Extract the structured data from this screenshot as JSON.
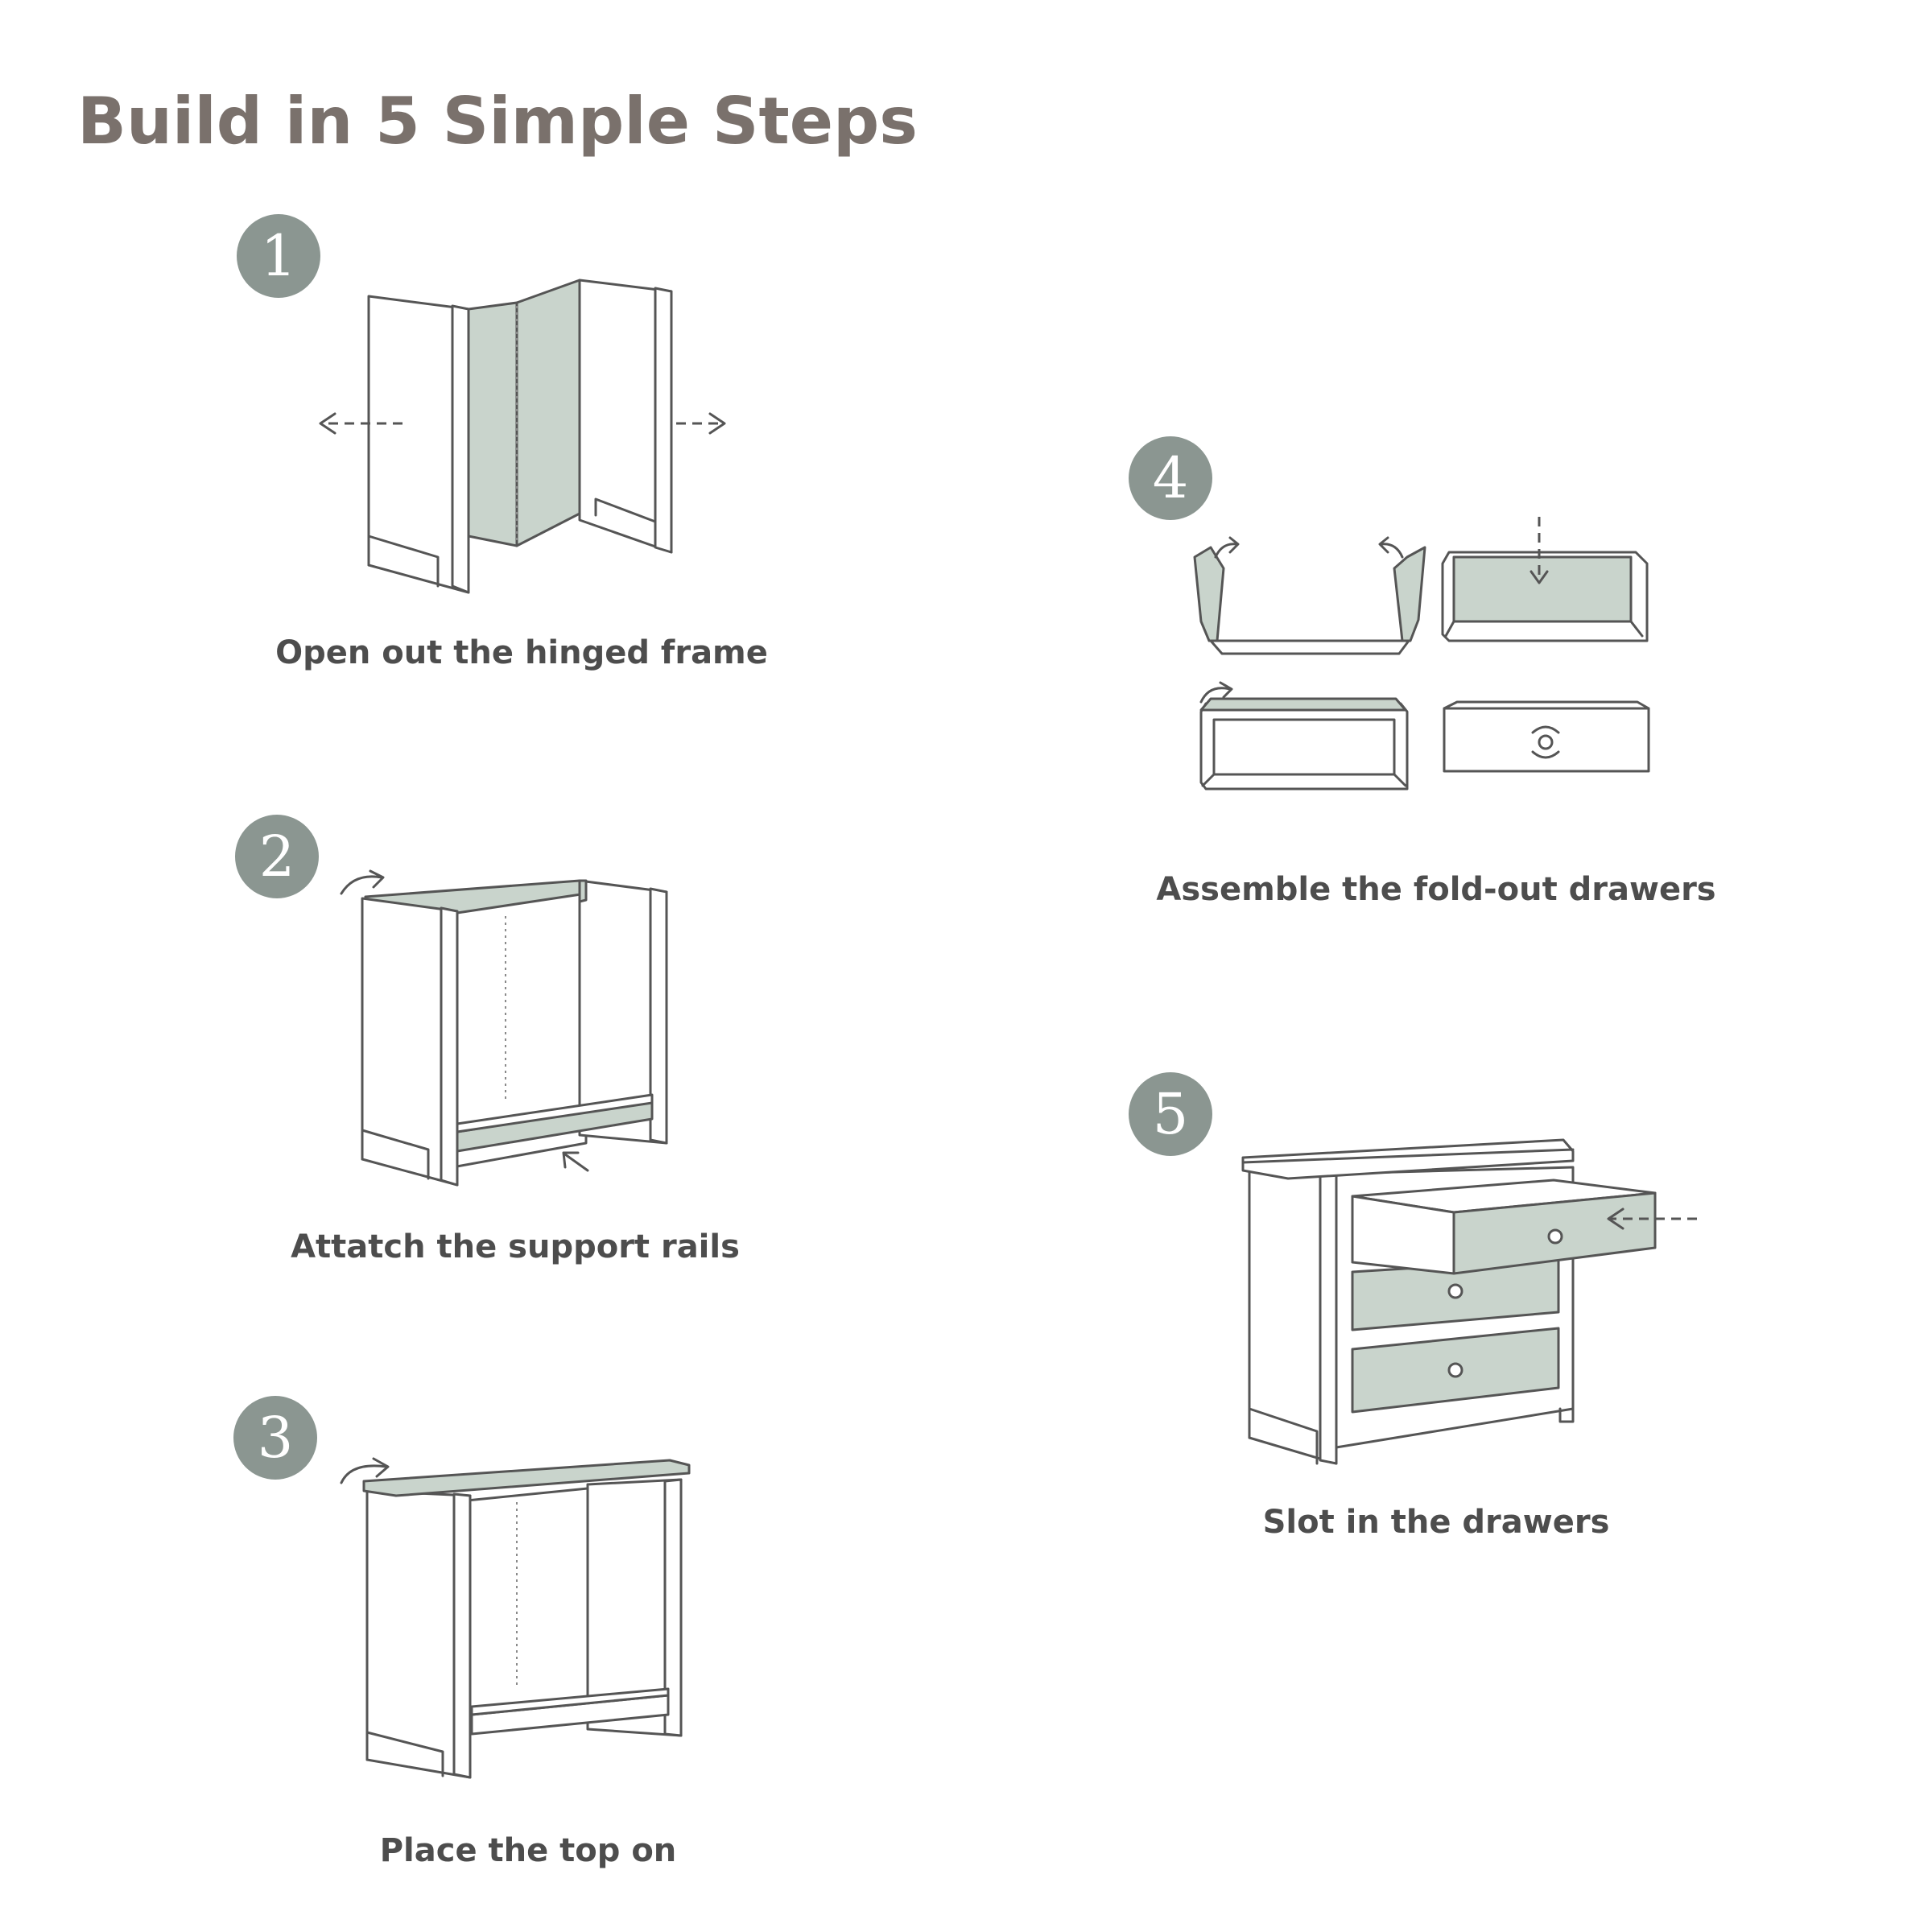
{
  "title": "Build in 5 Simple Steps",
  "steps": [
    {
      "number": "1",
      "caption": "Open out the hinged frame"
    },
    {
      "number": "2",
      "caption": "Attatch the support rails"
    },
    {
      "number": "3",
      "caption": "Place the top on"
    },
    {
      "number": "4",
      "caption": "Assemble the fold-out drawers"
    },
    {
      "number": "5",
      "caption": "Slot in the drawers"
    }
  ],
  "colors": {
    "badge": "#8b9691",
    "panel_accent": "#c9d4cc",
    "title": "#7a716c",
    "caption": "#4d4d4d",
    "outline": "#555555"
  }
}
